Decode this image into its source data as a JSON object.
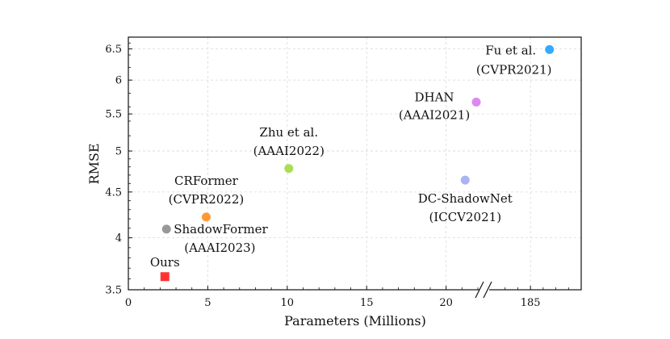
{
  "chart_data": {
    "type": "scatter",
    "xlabel": "Parameters (Millions)",
    "ylabel": "RMSE",
    "x_segments": [
      {
        "range": [
          0,
          22
        ],
        "ticks": [
          0,
          5,
          10,
          15,
          20
        ]
      },
      {
        "range": [
          182,
          189
        ],
        "ticks": [
          185
        ]
      }
    ],
    "x_tick_labels": [
      "0",
      "5",
      "10",
      "15",
      "20",
      "185"
    ],
    "y_scale": "log",
    "ylim": [
      3.5,
      6.7
    ],
    "y_ticks": [
      3.5,
      4,
      4.5,
      5,
      5.5,
      6,
      6.5
    ],
    "y_tick_labels": [
      "3.5",
      "4",
      "4.5",
      "5",
      "5.5",
      "6",
      "6.5"
    ],
    "grid": true,
    "points": [
      {
        "label": "Ours",
        "label2": "",
        "x": 2.3,
        "y": 3.62,
        "color": "#ff3333",
        "marker": "square",
        "label_pos": "above"
      },
      {
        "label": "ShadowFormer",
        "label2": "(AAAI2023)",
        "x": 2.4,
        "y": 4.09,
        "color": "#999999",
        "marker": "circle",
        "label_pos": "right"
      },
      {
        "label": "CRFormer",
        "label2": "(CVPR2022)",
        "x": 4.9,
        "y": 4.22,
        "color": "#ff9933",
        "marker": "circle",
        "label_pos": "above"
      },
      {
        "label": "Zhu et al.",
        "label2": "(AAAI2022)",
        "x": 10.1,
        "y": 4.78,
        "color": "#aade55",
        "marker": "circle",
        "label_pos": "above"
      },
      {
        "label": "DC-ShadowNet",
        "label2": "(ICCV2021)",
        "x": 21.2,
        "y": 4.64,
        "color": "#aab4f2",
        "marker": "circle",
        "label_pos": "below"
      },
      {
        "label": "DHAN",
        "label2": "(AAAI2021)",
        "x": 21.9,
        "y": 5.67,
        "color": "#dd88ee",
        "marker": "circle",
        "label_pos": "left"
      },
      {
        "label": "Fu et al.",
        "label2": "(CVPR2021)",
        "x": 186.5,
        "y": 6.49,
        "color": "#33aaff",
        "marker": "circle",
        "label_pos": "left"
      }
    ]
  }
}
